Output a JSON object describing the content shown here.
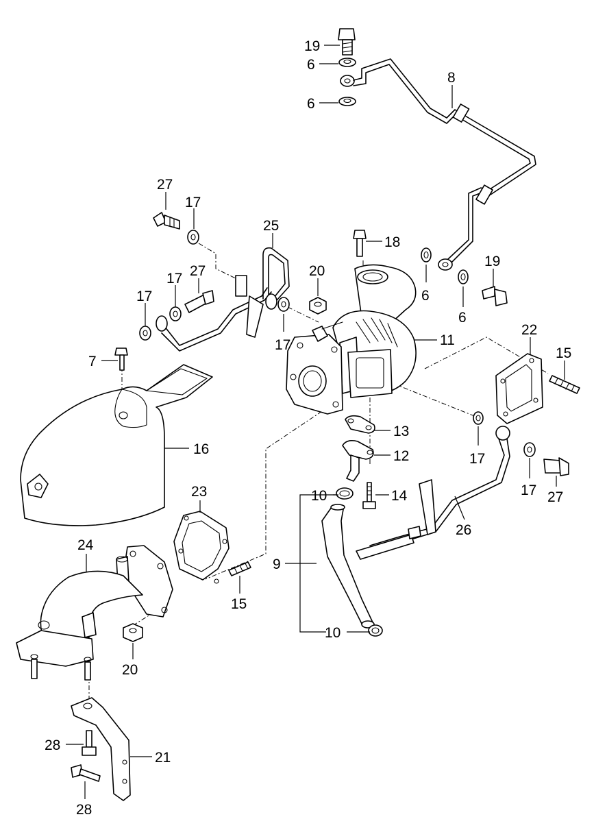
{
  "callouts": [
    {
      "id": "c19a",
      "text": "19"
    },
    {
      "id": "c6a",
      "text": "6"
    },
    {
      "id": "c6b",
      "text": "6"
    },
    {
      "id": "c8",
      "text": "8"
    },
    {
      "id": "c27a",
      "text": "27"
    },
    {
      "id": "c17a",
      "text": "17"
    },
    {
      "id": "c25",
      "text": "25"
    },
    {
      "id": "c18",
      "text": "18"
    },
    {
      "id": "c27b",
      "text": "27"
    },
    {
      "id": "c17b",
      "text": "17"
    },
    {
      "id": "c17c",
      "text": "17"
    },
    {
      "id": "c20a",
      "text": "20"
    },
    {
      "id": "c6c",
      "text": "6"
    },
    {
      "id": "c19b",
      "text": "19"
    },
    {
      "id": "c6d",
      "text": "6"
    },
    {
      "id": "c17d",
      "text": "17"
    },
    {
      "id": "c11",
      "text": "11"
    },
    {
      "id": "c22",
      "text": "22"
    },
    {
      "id": "c15a",
      "text": "15"
    },
    {
      "id": "c7",
      "text": "7"
    },
    {
      "id": "c16",
      "text": "16"
    },
    {
      "id": "c13",
      "text": "13"
    },
    {
      "id": "c12",
      "text": "12"
    },
    {
      "id": "c17e",
      "text": "17"
    },
    {
      "id": "c17f",
      "text": "17"
    },
    {
      "id": "c27c",
      "text": "27"
    },
    {
      "id": "c23",
      "text": "23"
    },
    {
      "id": "c10a",
      "text": "10"
    },
    {
      "id": "c14",
      "text": "14"
    },
    {
      "id": "c26",
      "text": "26"
    },
    {
      "id": "c24",
      "text": "24"
    },
    {
      "id": "c9",
      "text": "9"
    },
    {
      "id": "c15b",
      "text": "15"
    },
    {
      "id": "c10b",
      "text": "10"
    },
    {
      "id": "c20b",
      "text": "20"
    },
    {
      "id": "c28a",
      "text": "28"
    },
    {
      "id": "c21",
      "text": "21"
    },
    {
      "id": "c28b",
      "text": "28"
    }
  ]
}
